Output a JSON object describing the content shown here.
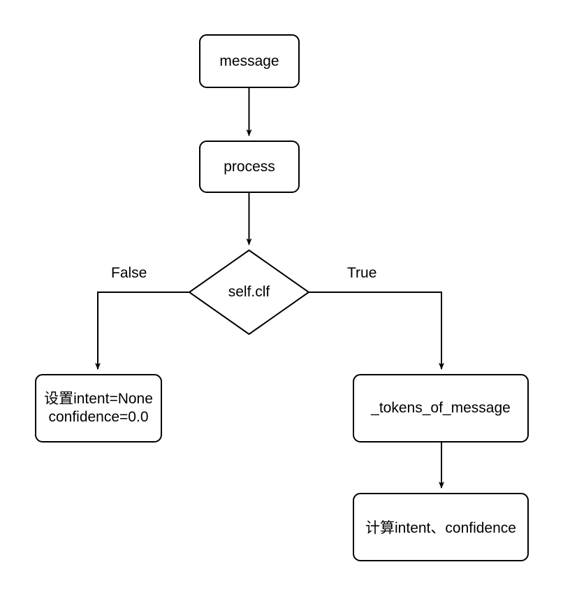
{
  "diagram": {
    "type": "flowchart",
    "title": "",
    "background_color": "#ffffff",
    "line_color": "#000000",
    "text_color": "#000000",
    "nodes": [
      {
        "id": "message",
        "label": "message",
        "shape": "rounded-rect"
      },
      {
        "id": "process",
        "label": "process",
        "shape": "rounded-rect"
      },
      {
        "id": "self_clf",
        "label": "self.clf",
        "shape": "diamond"
      },
      {
        "id": "set_intent",
        "label_line1": "设置intent=None",
        "label_line2": "confidence=0.0",
        "shape": "rounded-rect"
      },
      {
        "id": "tokens",
        "label": "_tokens_of_message",
        "shape": "rounded-rect"
      },
      {
        "id": "compute",
        "label": "计算intent、confidence",
        "shape": "rounded-rect"
      }
    ],
    "edges": [
      {
        "from": "message",
        "to": "process",
        "label": ""
      },
      {
        "from": "process",
        "to": "self_clf",
        "label": ""
      },
      {
        "from": "self_clf",
        "to": "set_intent",
        "label": "False"
      },
      {
        "from": "self_clf",
        "to": "tokens",
        "label": "True"
      },
      {
        "from": "tokens",
        "to": "compute",
        "label": ""
      }
    ],
    "edge_labels": {
      "false": "False",
      "true": "True"
    }
  }
}
